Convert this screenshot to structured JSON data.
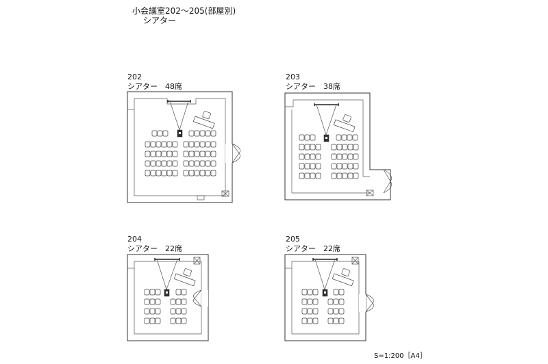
{
  "header": {
    "title": "小会議室202～205(部屋別)",
    "subtitle": "シアター"
  },
  "rooms": [
    {
      "number": "202",
      "layout": "シアター　48席"
    },
    {
      "number": "203",
      "layout": "シアター　38席"
    },
    {
      "number": "204",
      "layout": "シアター　22席"
    },
    {
      "number": "205",
      "layout": "シアター　22席"
    }
  ],
  "footer": {
    "scale": "S=1:200［A4］"
  }
}
